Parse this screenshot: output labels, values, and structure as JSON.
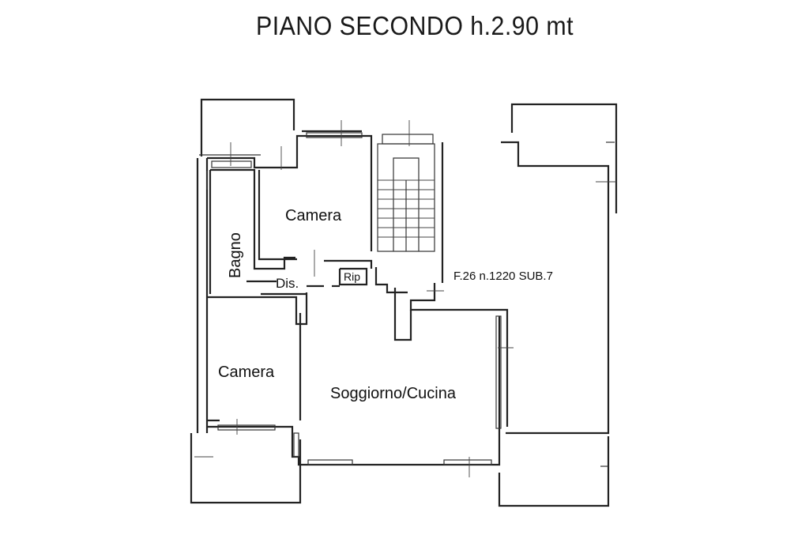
{
  "title": "PIANO SECONDO  h.2.90 mt",
  "rooms": {
    "camera_top": "Camera",
    "bagno": "Bagno",
    "dis": "Dis.",
    "rip": "Rip",
    "camera_bottom": "Camera",
    "soggiorno": "Soggiorno/Cucina",
    "cadastral": "F.26 n.1220 SUB.7"
  }
}
